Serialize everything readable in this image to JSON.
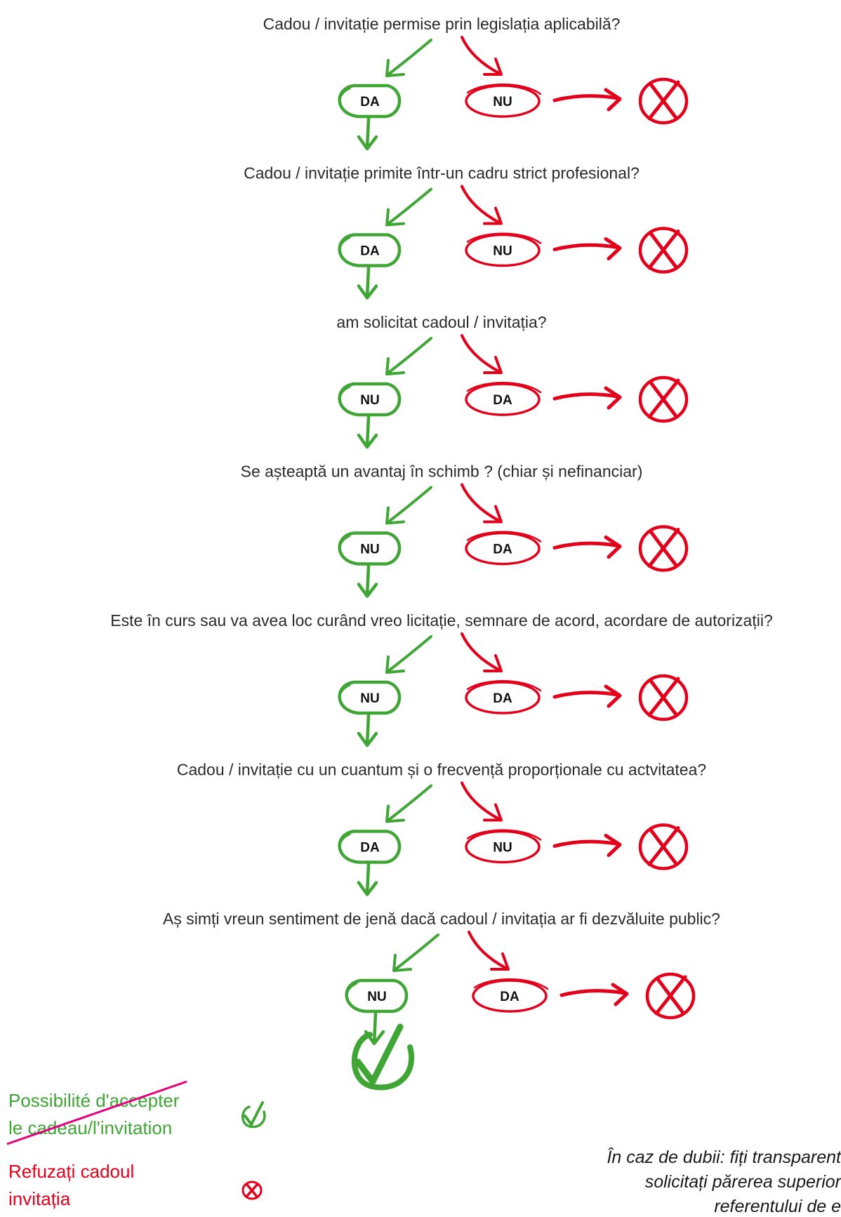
{
  "colors": {
    "yes_path": "#3fa535",
    "no_path": "#e3001b",
    "text": "#2a2a2a"
  },
  "steps": [
    {
      "question": "Cadou / invitație permise prin legislația aplicabilă?",
      "pass_label": "DA",
      "fail_label": "NU"
    },
    {
      "question": "Cadou / invitație primite într-un cadru strict profesional?",
      "pass_label": "DA",
      "fail_label": "NU"
    },
    {
      "question": "am solicitat cadoul / invitația?",
      "pass_label": "NU",
      "fail_label": "DA"
    },
    {
      "question": "Se așteaptă un avantaj în schimb ? (chiar și nefinanciar)",
      "pass_label": "NU",
      "fail_label": "DA"
    },
    {
      "question": "Este în curs sau va avea loc curând vreo licitație, semnare de acord, acordare de autorizații?",
      "pass_label": "NU",
      "fail_label": "DA"
    },
    {
      "question": "Cadou / invitație cu un cuantum și o frecvență proporționale cu actvitatea?",
      "pass_label": "DA",
      "fail_label": "NU"
    },
    {
      "question": "Aș simți vreun sentiment de jenă dacă cadoul / invitația ar fi dezvăluite public?",
      "pass_label": "NU",
      "fail_label": "DA"
    }
  ],
  "icons": {
    "fail": "x-circle-icon",
    "pass": "check-circle-icon"
  },
  "legend": {
    "accept_line1": "Possibilité d'accepter",
    "accept_line2": "le cadeau/l'invitation",
    "refuse_line1": "Refuzați cadoul",
    "refuse_line2": "invitația"
  },
  "note": {
    "line1": "În caz de dubii: fiți transparent",
    "line2": "solicitați părerea superior",
    "line3": "referentului de e"
  }
}
